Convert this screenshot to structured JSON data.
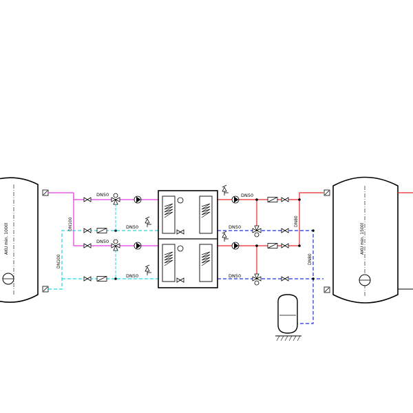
{
  "colors": {
    "supply_hot": "#e8262b",
    "primary_supply": "#e23be0",
    "primary_return": "#22d6e0",
    "secondary_return": "#1f2de0",
    "outline": "#000000",
    "background": "#ffffff"
  },
  "labels": {
    "pipe_upper_left": "DN50",
    "pipe_upper_left_return": "DN50",
    "pipe_lower_left": "DN50",
    "pipe_lower_left_return": "DN50",
    "pipe_upper_right": "DN50",
    "pipe_upper_right_return": "DN50",
    "pipe_lower_right_return": "DN50",
    "pipe_left_vertical_a": "DN100",
    "pipe_left_vertical_b": "DN100",
    "pipe_right_vertical_a": "DN80",
    "pipe_right_vertical_b": "DN80",
    "tank_left": "AKU min. 1000l",
    "tank_right": "AKU min. 1500l"
  },
  "icons": [
    "storage-tank-icon",
    "gate-valve-icon",
    "check-valve-icon",
    "three-way-valve-icon",
    "circulation-pump-icon",
    "filter-icon",
    "safety-valve-icon",
    "heat-exchanger-icon",
    "expansion-vessel-icon",
    "thermometer-icon"
  ]
}
